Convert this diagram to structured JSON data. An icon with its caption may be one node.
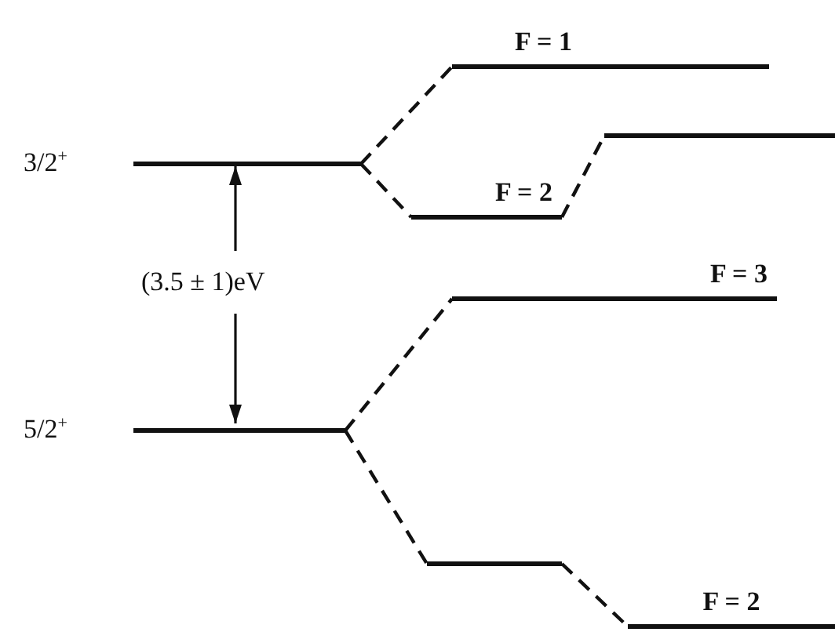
{
  "diagram": {
    "nodes": [
      {
        "text": [
          "3/2$^{+}$"
        ]
      },
      {
        "text": [
          "F = 1"
        ]
      },
      {
        "text": [
          "F = 2"
        ]
      },
      {
        "text": [],
        "shape": "bar"
      },
      {
        "text": [
          "5/2$^{+}$"
        ]
      },
      {
        "text": [
          "F = 3"
        ]
      },
      {
        "text": [],
        "shape": "bar"
      },
      {
        "text": [
          "F = 2"
        ]
      }
    ],
    "edges": [
      {
        "from": 0,
        "to": 1,
        "arrow": "none",
        "style": "dashed"
      },
      {
        "from": 0,
        "to": 2,
        "arrow": "none",
        "style": "dashed"
      },
      {
        "from": 2,
        "to": 3,
        "arrow": "none",
        "style": "dashed"
      },
      {
        "from": 4,
        "to": 5,
        "arrow": "none",
        "style": "dashed"
      },
      {
        "from": 4,
        "to": 6,
        "arrow": "none",
        "style": "dashed"
      },
      {
        "from": 6,
        "to": 7,
        "arrow": "none",
        "style": "dashed"
      }
    ],
    "labels": [
      "(3.5 ± 1)eV"
    ]
  }
}
